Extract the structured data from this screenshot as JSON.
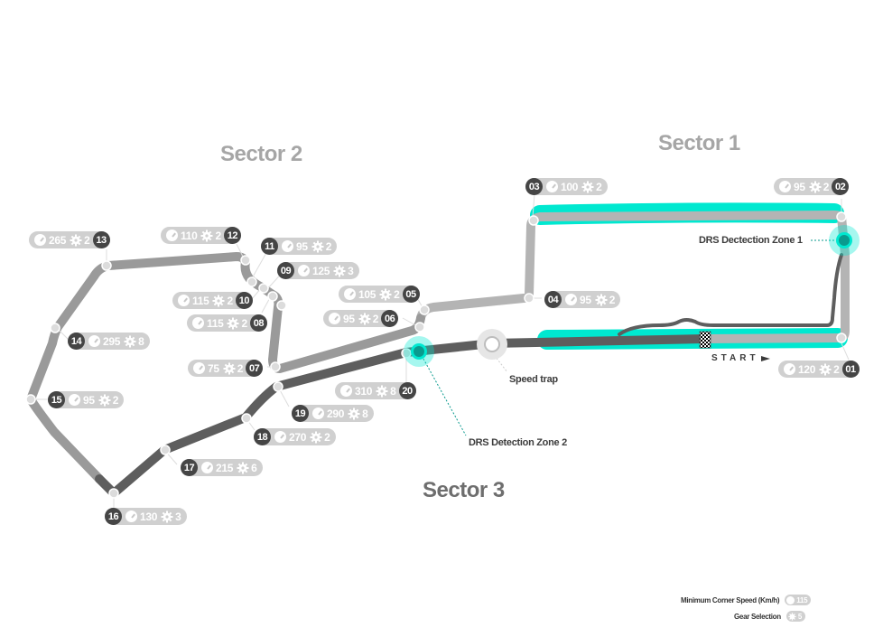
{
  "sectors": [
    {
      "id": "sector-1",
      "label": "Sector 1"
    },
    {
      "id": "sector-2",
      "label": "Sector 2"
    },
    {
      "id": "sector-3",
      "label": "Sector 3"
    }
  ],
  "corners": [
    {
      "num": "01",
      "speed": "120",
      "gear": "2"
    },
    {
      "num": "02",
      "speed": "95",
      "gear": "2"
    },
    {
      "num": "03",
      "speed": "100",
      "gear": "2"
    },
    {
      "num": "04",
      "speed": "95",
      "gear": "2"
    },
    {
      "num": "05",
      "speed": "105",
      "gear": "2"
    },
    {
      "num": "06",
      "speed": "95",
      "gear": "2"
    },
    {
      "num": "07",
      "speed": "75",
      "gear": "2"
    },
    {
      "num": "08",
      "speed": "115",
      "gear": "2"
    },
    {
      "num": "09",
      "speed": "125",
      "gear": "3"
    },
    {
      "num": "10",
      "speed": "115",
      "gear": "2"
    },
    {
      "num": "11",
      "speed": "95",
      "gear": "2"
    },
    {
      "num": "12",
      "speed": "110",
      "gear": "2"
    },
    {
      "num": "13",
      "speed": "265",
      "gear": "2"
    },
    {
      "num": "14",
      "speed": "295",
      "gear": "8"
    },
    {
      "num": "15",
      "speed": "95",
      "gear": "2"
    },
    {
      "num": "16",
      "speed": "130",
      "gear": "3"
    },
    {
      "num": "17",
      "speed": "215",
      "gear": "6"
    },
    {
      "num": "18",
      "speed": "270",
      "gear": "2"
    },
    {
      "num": "19",
      "speed": "290",
      "gear": "8"
    },
    {
      "num": "20",
      "speed": "310",
      "gear": "8"
    }
  ],
  "callouts": {
    "drs_zone_1": "DRS Dectection Zone 1",
    "drs_zone_2": "DRS Detection Zone 2",
    "speed_trap": "Speed trap",
    "start": "START"
  },
  "legend": {
    "min_corner_speed_label": "Minimum Corner Speed (Km/h)",
    "min_corner_speed_example": "115",
    "gear_selection_label": "Gear Selection",
    "gear_selection_example": "5"
  },
  "colors": {
    "sector1_track": "#b4b4b4",
    "sector2_track": "#9a9a9a",
    "sector3_track": "#5e5e5e",
    "drs_zone": "#00e8d0",
    "drs_marker": "#0a9a8e",
    "badge_dark": "#454545",
    "pill_bg": "#d0d0d0"
  }
}
